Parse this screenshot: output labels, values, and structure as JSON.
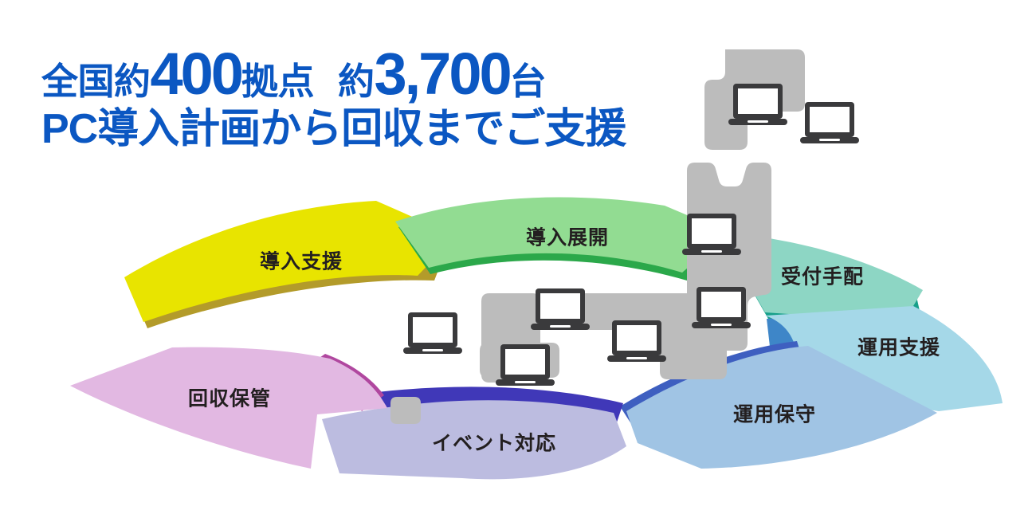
{
  "headline": {
    "line1_part1": "全国約",
    "line1_num1": "400",
    "line1_part2": "拠点",
    "line1_part3": "約",
    "line1_num2": "3,700",
    "line1_part4": "台",
    "line2": "PC導入計画から回収までご支援",
    "color": "#0B57C2"
  },
  "diagram": {
    "type": "cycle-ring",
    "center_graphic": "japan-map",
    "map_color": "#BCBCBC",
    "device_icon": "laptop-icon",
    "device_color": "#3A3A3C",
    "device_count": 8,
    "segments": [
      {
        "id": "dounyu-shien",
        "label": "導入支援",
        "fill": "#E8E400",
        "shadow": "#B39B2A"
      },
      {
        "id": "dounyu-tenkai",
        "label": "導入展開",
        "fill": "#92DC92",
        "shadow": "#2BA84A"
      },
      {
        "id": "uketsuke-tehai",
        "label": "受付手配",
        "fill": "#8DD6C4",
        "shadow": "#17A08A"
      },
      {
        "id": "unyou-shien",
        "label": "運用支援",
        "fill": "#A5D8E8",
        "shadow": "#3E86C8"
      },
      {
        "id": "unyou-hoshu",
        "label": "運用保守",
        "fill": "#A0C4E4",
        "shadow": "#3E5FC0"
      },
      {
        "id": "event-taiou",
        "label": "イベント対応",
        "fill": "#BCBCE0",
        "shadow": "#4038B8"
      },
      {
        "id": "kaishuu-hokan",
        "label": "回収保管",
        "fill": "#E2B8E2",
        "shadow": "#B0479F"
      }
    ]
  }
}
